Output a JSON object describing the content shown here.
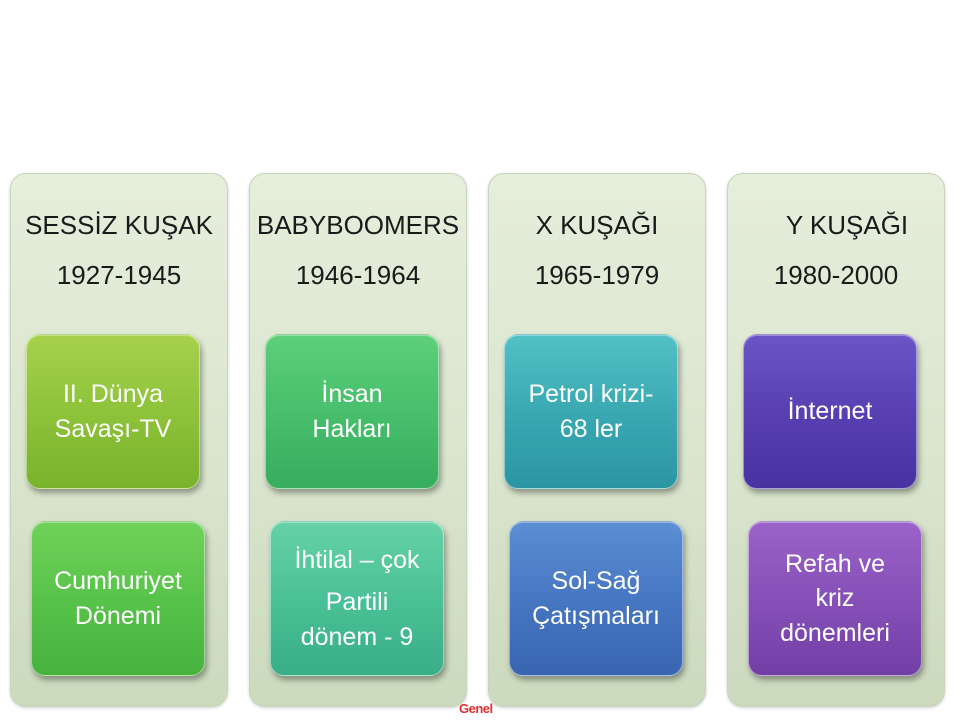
{
  "columns": [
    {
      "title": "SESSİZ KUŞAK",
      "years": "1927-1945",
      "top_box": [
        "II. Dünya",
        "Savaşı-TV"
      ],
      "bottom_box": [
        "Cumhuriyet",
        "Dönemi"
      ],
      "top_color": "#8ec33a",
      "bottom_color": "#58c34a"
    },
    {
      "title": "BABYBOOMERS",
      "years": "1946-1964",
      "top_box": [
        "İnsan",
        "Hakları"
      ],
      "bottom_box": [
        "İhtilal – çok",
        "Partili",
        "dönem - 9"
      ],
      "top_color": "#47bf6c",
      "bottom_color": "#4bc197"
    },
    {
      "title": "X KUŞAĞI",
      "years": "1965-1979",
      "top_box": [
        "Petrol krizi-",
        "68 ler"
      ],
      "bottom_box": [
        "Sol-Sağ",
        "Çatışmaları"
      ],
      "top_color": "#3aa9b2",
      "bottom_color": "#4777c2"
    },
    {
      "title": "Y KUŞAĞI",
      "years": "1980-2000",
      "top_box": [
        "İnternet"
      ],
      "bottom_box": [
        "Refah ve",
        "kriz",
        "dönemleri"
      ],
      "top_color": "#5840b3",
      "bottom_color": "#8650b8"
    }
  ],
  "footer": "Genel"
}
